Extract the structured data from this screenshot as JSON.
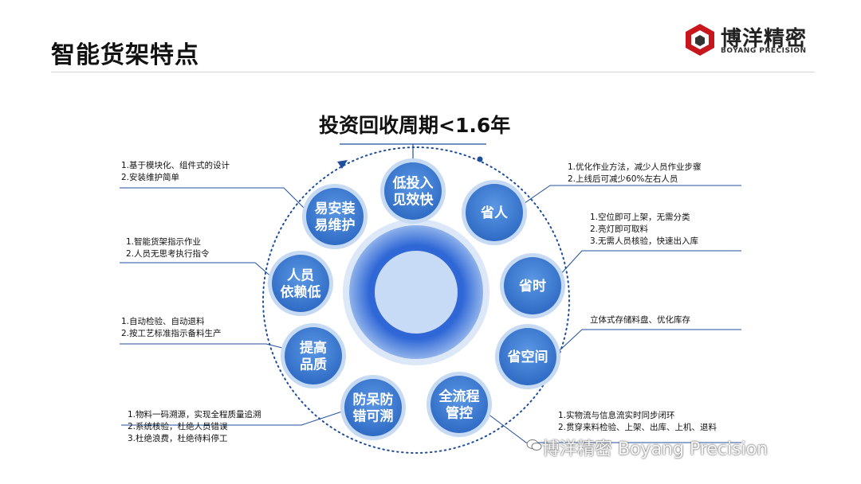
{
  "page": {
    "title": "智能货架特点"
  },
  "logo": {
    "name": "博洋精密",
    "subtitle": "BOYANG PRECISION"
  },
  "headline": "投资回收周期<1.6年",
  "bubbles": [
    {
      "key": "low-invest",
      "lines": [
        "低投入",
        "见效快"
      ]
    },
    {
      "key": "save-labor",
      "lines": [
        "省人"
      ]
    },
    {
      "key": "save-time",
      "lines": [
        "省时"
      ]
    },
    {
      "key": "save-space",
      "lines": [
        "省空间"
      ]
    },
    {
      "key": "full-process",
      "lines": [
        "全流程",
        "管控"
      ]
    },
    {
      "key": "error-proof",
      "lines": [
        "防呆防",
        "错可溯"
      ]
    },
    {
      "key": "quality",
      "lines": [
        "提高",
        "品质"
      ]
    },
    {
      "key": "low-dependency",
      "lines": [
        "人员",
        "依赖低"
      ]
    },
    {
      "key": "easy-install",
      "lines": [
        "易安装",
        "易维护"
      ]
    }
  ],
  "notes": {
    "easy_install": [
      "1.基于模块化、组件式的设计",
      "2.安装维护简单"
    ],
    "low_dependency": [
      "1.智能货架指示作业",
      "2.人员无思考执行指令"
    ],
    "quality": [
      "1.自动检验、自动退料",
      "2.按工艺标准指示备料生产"
    ],
    "error_proof": [
      "1.物料一码溯源，实现全程质量追溯",
      "2.系统核验，杜绝人员错误",
      "3.杜绝浪费，杜绝待料停工"
    ],
    "save_labor": [
      "1.优化作业方法，减少人员作业步骤",
      "2.上线后可减少60%左右人员"
    ],
    "save_time": [
      "1.空位即可上架，无需分类",
      "2.亮灯即可取料",
      "3.无需人员核验，快速出入库"
    ],
    "save_space": [
      "立体式存储料盘、优化库存"
    ],
    "full_process": [
      "1.实物流与信息流实时同步闭环",
      "2.贯穿来料检验、上架、出库、上机、退料"
    ]
  },
  "watermark": "博洋精密 Boyang Precision",
  "colors": {
    "bubble": "#3f7ed4",
    "bubble_glow": "#c6daf4",
    "core_ring": "#2f67d6",
    "core_inner": "#c8dbf6",
    "line": "#1f4e9e",
    "dots": "#1f4e9e"
  }
}
